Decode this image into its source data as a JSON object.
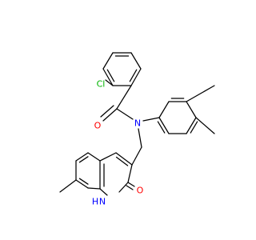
{
  "diagram": {
    "type": "chemical-structure",
    "atom_colors": {
      "C": "#000000",
      "Cl": "#00b400",
      "O": "#ff0000",
      "N": "#0000ff"
    },
    "atom_labels": {
      "cl": "Cl",
      "o_amide": "O",
      "n_amide": "N",
      "o_lactam": "O",
      "nh": "N",
      "h": "H",
      "nh_h": "H"
    }
  }
}
